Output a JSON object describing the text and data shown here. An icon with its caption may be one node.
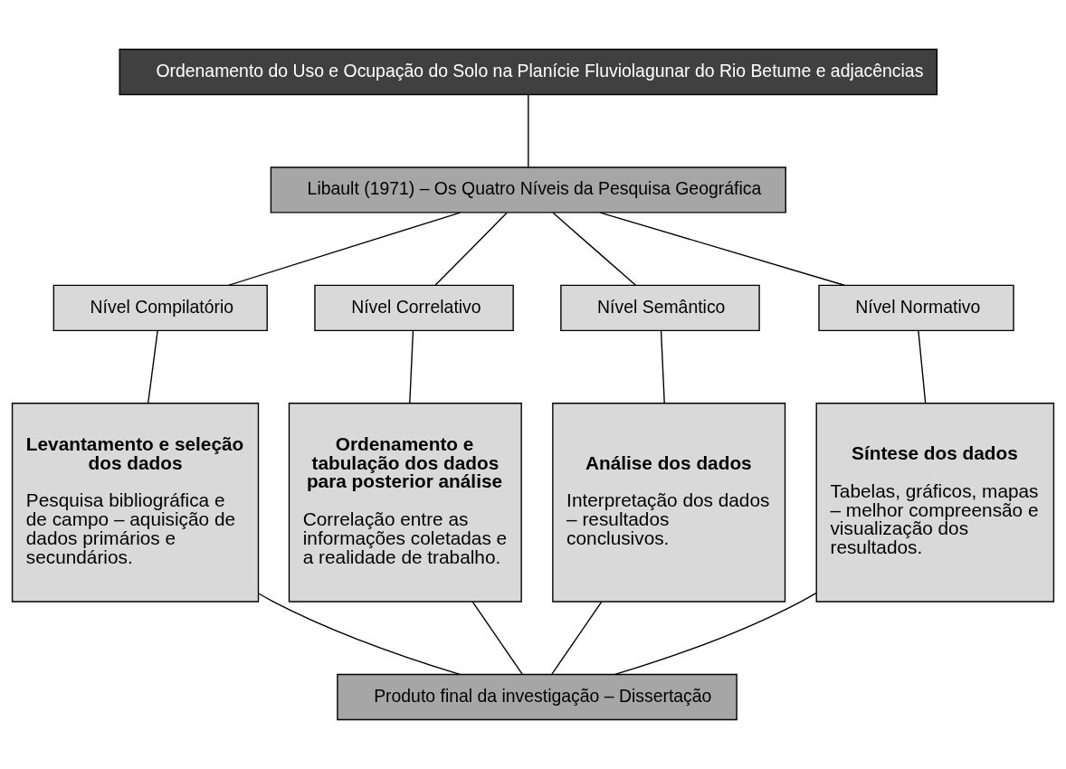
{
  "diagram": {
    "nodes": [
      {
        "text": [
          "Ordenamento do Uso e Ocupação do Solo na Planície Fluviolagunar do Rio Betume e adjacências"
        ]
      },
      {
        "text": [
          "Libault (1971) – Os Quatro Níveis da Pesquisa Geográfica"
        ]
      },
      {
        "text": [
          "Nível Compilatório"
        ]
      },
      {
        "text": [
          "Nível Correlativo"
        ]
      },
      {
        "text": [
          "Nível Semântico"
        ]
      },
      {
        "text": [
          "Nível Normativo"
        ]
      },
      {
        "text": [
          "Levantamento e seleção dos dados",
          "Pesquisa bibliográfica e de campo – aquisição de dados primários e secundários."
        ]
      },
      {
        "text": [
          "Ordenamento e tabulação dos dados para posterior análise",
          "Correlação entre as informações coletadas e a realidade de trabalho."
        ]
      },
      {
        "text": [
          "Análise dos dados",
          "Interpretação dos dados – resultados conclusivos."
        ]
      },
      {
        "text": [
          "Síntese dos dados",
          "Tabelas, gráficos, mapas – melhor compreensão e visualização dos resultados."
        ]
      },
      {
        "text": [
          "Produto final da investigação – Dissertação"
        ]
      }
    ],
    "edges": [
      {
        "from": 0,
        "to": 1,
        "arrow": "none"
      },
      {
        "from": 1,
        "to": 2,
        "arrow": "none"
      },
      {
        "from": 1,
        "to": 3,
        "arrow": "none"
      },
      {
        "from": 1,
        "to": 4,
        "arrow": "none"
      },
      {
        "from": 1,
        "to": 5,
        "arrow": "none"
      },
      {
        "from": 2,
        "to": 6,
        "arrow": "none"
      },
      {
        "from": 3,
        "to": 7,
        "arrow": "none"
      },
      {
        "from": 4,
        "to": 8,
        "arrow": "none"
      },
      {
        "from": 5,
        "to": 9,
        "arrow": "none"
      },
      {
        "from": 6,
        "to": 10,
        "arrow": "none"
      },
      {
        "from": 7,
        "to": 10,
        "arrow": "none"
      },
      {
        "from": 8,
        "to": 10,
        "arrow": "none"
      },
      {
        "from": 9,
        "to": 10,
        "arrow": "none"
      }
    ]
  }
}
